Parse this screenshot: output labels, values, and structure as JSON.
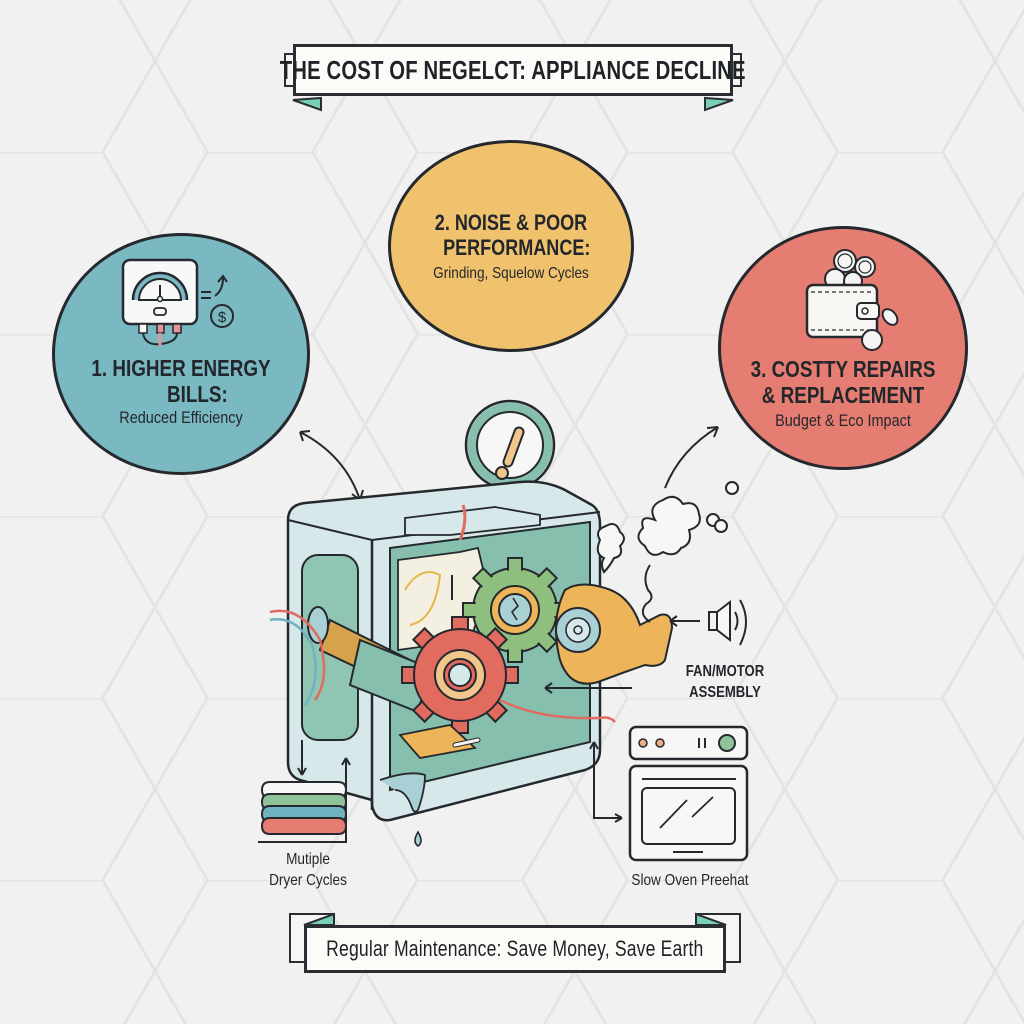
{
  "title_banner": {
    "text": "THE COST OF NEGELCT: APPLIANCE DECLINE"
  },
  "footer_banner": {
    "text": "Regular Maintenance: Save Money, Save Earth"
  },
  "colors": {
    "background": "#f1f1f1",
    "hex_lines": "#e4e4e4",
    "outline": "#25292d",
    "teal_circle": "#7ab8c2",
    "yellow_circle": "#f0c26e",
    "red_circle": "#e67d73",
    "ribbon_fold": "#79d1b5",
    "appliance_body": "#d7e8ea",
    "appliance_inner": "#86bfae",
    "gear_red": "#e06b5e",
    "gear_green": "#8fbf7f",
    "motor_orange": "#eeb45a"
  },
  "points": [
    {
      "number": "1.",
      "title_line1": "1. HIGHER ENERGY",
      "title_line2": "BILLS:",
      "subtitle": "Reduced Efficiency",
      "icon": "energy-meter-icon",
      "icon_extras": [
        "equals-arrow-up",
        "dollar-coin-icon"
      ]
    },
    {
      "number": "2.",
      "title_line1": "2. NOISE & POOR",
      "title_line2": "PERFORMANCE:",
      "subtitle": "Grinding, Squelow Cycles",
      "icon": null
    },
    {
      "number": "3.",
      "title_line1": "3. COSTTY REPAIRS",
      "title_line2": "& REPLACEMENT",
      "subtitle": "Budget & Eco Impact",
      "icon": "wallet-coins-icon"
    }
  ],
  "callouts": {
    "fan_motor": {
      "line1": "FAN/MOTOR",
      "line2": "ASSEMBLY",
      "icon": "speaker-sound-icon"
    },
    "dryer": {
      "line1": "Mutiple",
      "line2": "Dryer Cycles",
      "icon": "stacked-laundry-icon"
    },
    "oven": {
      "text": "Slow Oven Preehat",
      "icon": "oven-icon"
    }
  },
  "center": {
    "warning_icon": "exclamation-warning-icon",
    "appliance": "broken-appliance-cutaway",
    "smoke": "smoke-puff-icon"
  }
}
